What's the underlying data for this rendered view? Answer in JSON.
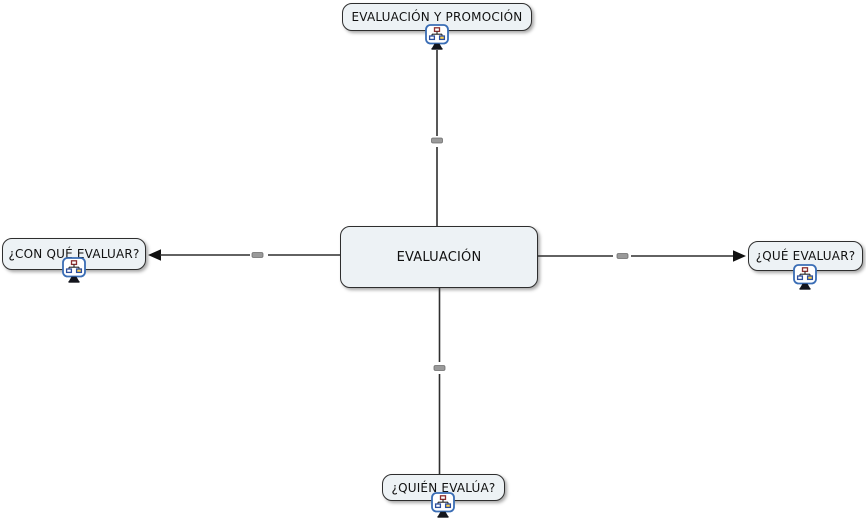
{
  "diagram": {
    "type": "concept-map",
    "nodes": {
      "center": {
        "label": "EVALUACIÓN"
      },
      "top": {
        "label": "EVALUACIÓN Y PROMOCIÓN"
      },
      "left": {
        "label": "¿CON QUÉ EVALUAR?"
      },
      "right": {
        "label": "¿QUÉ EVALUAR?"
      },
      "bottom": {
        "label": "¿QUIÉN EVALÚA?"
      }
    },
    "connections": [
      {
        "from": "center",
        "to": "top",
        "arrowhead": false,
        "linking_phrase": ""
      },
      {
        "from": "center",
        "to": "left",
        "arrowhead": true,
        "linking_phrase": ""
      },
      {
        "from": "center",
        "to": "right",
        "arrowhead": true,
        "linking_phrase": ""
      },
      {
        "from": "center",
        "to": "bottom",
        "arrowhead": false,
        "linking_phrase": ""
      }
    ],
    "icons": {
      "resource": "linked-concept-map-icon",
      "link_placeholder": "linking-phrase-dash"
    },
    "colors": {
      "background": "#ffffff",
      "node_fill": "#edf2f5",
      "node_border": "#2e2e2e",
      "connector": "#2e2e2e",
      "arrowhead": "#111111",
      "icon_border": "#3a6db5",
      "icon_map_red": "#8b2e2e",
      "icon_map_blue": "#2d4f9e"
    }
  }
}
